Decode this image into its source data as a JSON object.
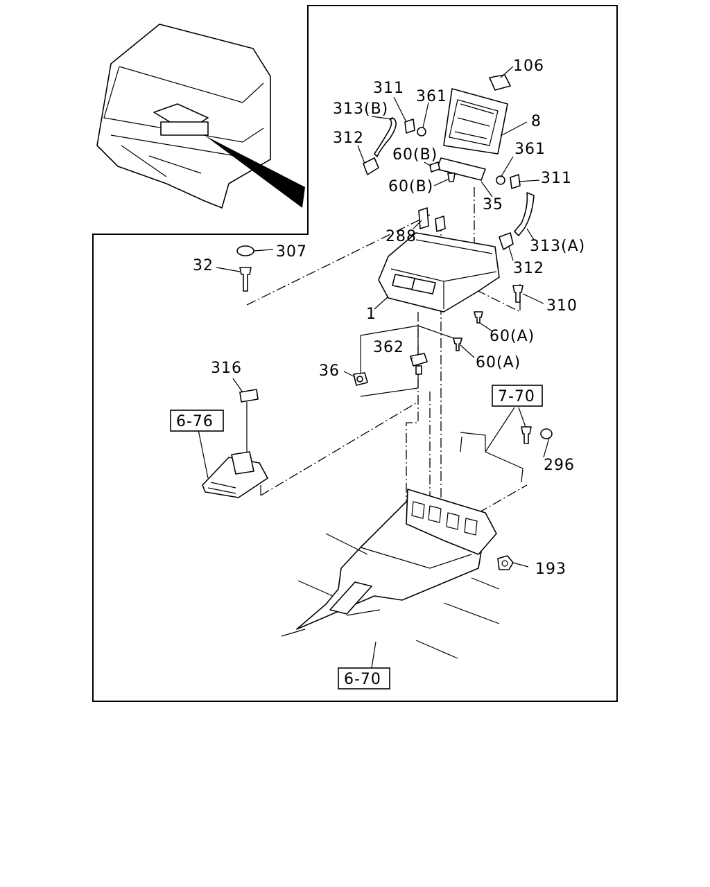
{
  "labels": {
    "p106": "106",
    "p311a": "311",
    "p361a": "361",
    "p313b": "313(B)",
    "p8": "8",
    "p312a": "312",
    "p60b1": "60(B)",
    "p361b": "361",
    "p311b": "311",
    "p60b2": "60(B)",
    "p35": "35",
    "p288": "288",
    "p313a": "313(A)",
    "p307": "307",
    "p32": "32",
    "p312b": "312",
    "p310": "310",
    "p1": "1",
    "p60a1": "60(A)",
    "p362": "362",
    "p60a2": "60(A)",
    "p316": "316",
    "p36": "36",
    "p296": "296",
    "p193": "193"
  },
  "refs": {
    "r770": "7-70",
    "r676": "6-76",
    "r670": "6-70"
  }
}
